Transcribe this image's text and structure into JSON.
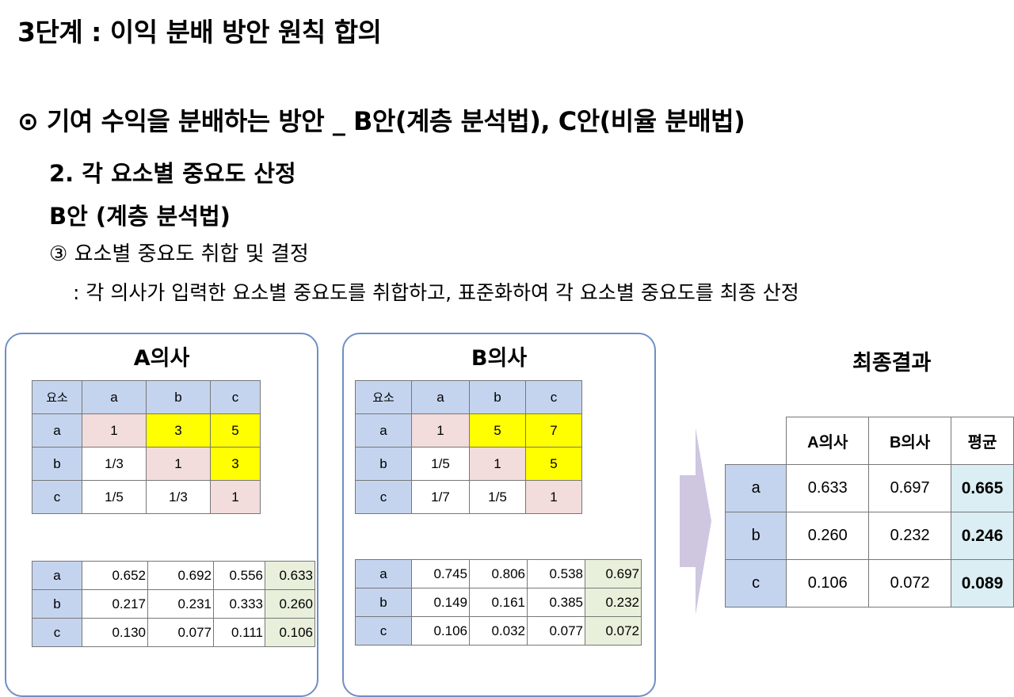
{
  "title": "3단계 : 이익 분배 방안 원칙 합의",
  "heading": "⊙ 기여 수익을 분배하는 방안 _ B안(계층 분석법), C안(비율 분배법)",
  "step": "2. 각 요소별 중요도 산정",
  "method": "B안 (계층 분석법)",
  "sub": "③  요소별 중요도 취합 및 결정",
  "desc": ": 각 의사가 입력한 요소별 중요도를 취합하고, 표준화하여 각 요소별 중요도를 최종 산정",
  "doctor_a": {
    "title": "A의사",
    "pairwise": {
      "corner": "요소",
      "cols": [
        "a",
        "b",
        "c"
      ],
      "rows": [
        {
          "label": "a",
          "cells": [
            "1",
            "3",
            "5"
          ]
        },
        {
          "label": "b",
          "cells": [
            "1/3",
            "1",
            "3"
          ]
        },
        {
          "label": "c",
          "cells": [
            "1/5",
            "1/3",
            "1"
          ]
        }
      ]
    },
    "normalized": [
      {
        "label": "a",
        "cells": [
          "0.652",
          "0.692",
          "0.556",
          "0.633"
        ]
      },
      {
        "label": "b",
        "cells": [
          "0.217",
          "0.231",
          "0.333",
          "0.260"
        ]
      },
      {
        "label": "c",
        "cells": [
          "0.130",
          "0.077",
          "0.111",
          "0.106"
        ]
      }
    ]
  },
  "doctor_b": {
    "title": "B의사",
    "pairwise": {
      "corner": "요소",
      "cols": [
        "a",
        "b",
        "c"
      ],
      "rows": [
        {
          "label": "a",
          "cells": [
            "1",
            "5",
            "7"
          ]
        },
        {
          "label": "b",
          "cells": [
            "1/5",
            "1",
            "5"
          ]
        },
        {
          "label": "c",
          "cells": [
            "1/7",
            "1/5",
            "1"
          ]
        }
      ]
    },
    "normalized": [
      {
        "label": "a",
        "cells": [
          "0.745",
          "0.806",
          "0.538",
          "0.697"
        ]
      },
      {
        "label": "b",
        "cells": [
          "0.149",
          "0.161",
          "0.385",
          "0.232"
        ]
      },
      {
        "label": "c",
        "cells": [
          "0.106",
          "0.032",
          "0.077",
          "0.072"
        ]
      }
    ]
  },
  "final": {
    "title": "최종결과",
    "headers": [
      "A의사",
      "B의사",
      "평균"
    ],
    "rows": [
      {
        "label": "a",
        "a": "0.633",
        "b": "0.697",
        "avg": "0.665"
      },
      {
        "label": "b",
        "a": "0.260",
        "b": "0.232",
        "avg": "0.246"
      },
      {
        "label": "c",
        "a": "0.106",
        "b": "0.072",
        "avg": "0.089"
      }
    ]
  },
  "colors": {
    "header_blue": "#c5d4ee",
    "diagonal_pink": "#f2dcdc",
    "highlight_yellow": "#ffff00",
    "weight_green": "#e8f0dc",
    "average_cyan": "#daeef3",
    "arrow_lavender": "#cfc6e0",
    "panel_border": "#6f8fc4"
  }
}
